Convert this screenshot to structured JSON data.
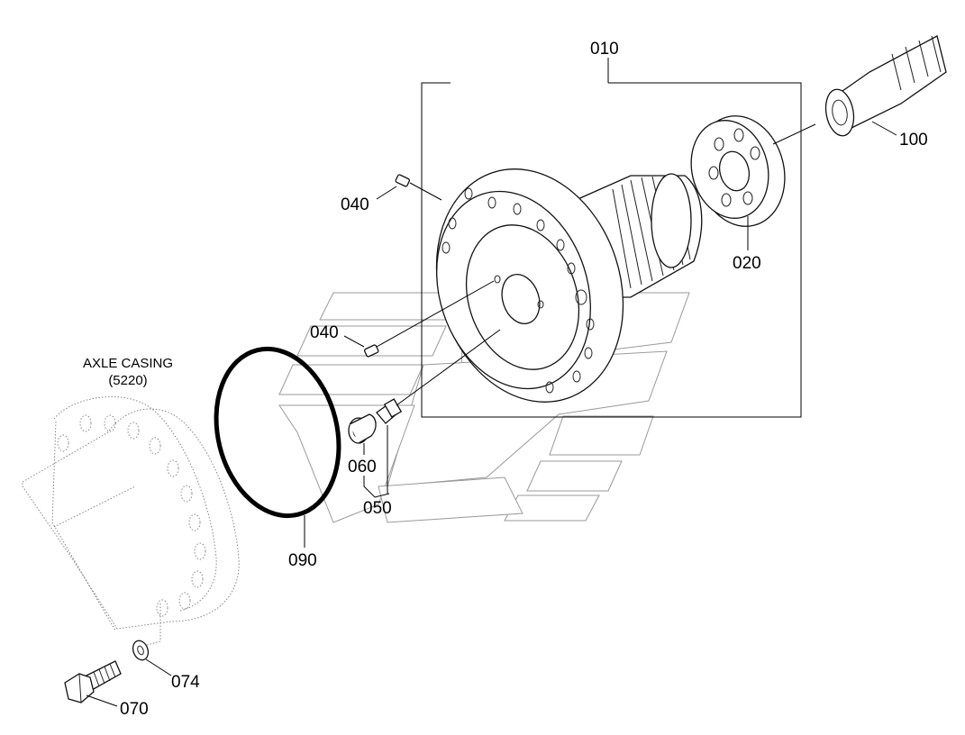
{
  "diagram": {
    "callouts": {
      "c010": "010",
      "c100": "100",
      "c020": "020",
      "c040a": "040",
      "c040b": "040",
      "c060": "060",
      "c050": "050",
      "c090": "090",
      "c074": "074",
      "c070": "070"
    },
    "axle_casing": {
      "title": "AXLE CASING",
      "ref": "(5220)"
    }
  }
}
